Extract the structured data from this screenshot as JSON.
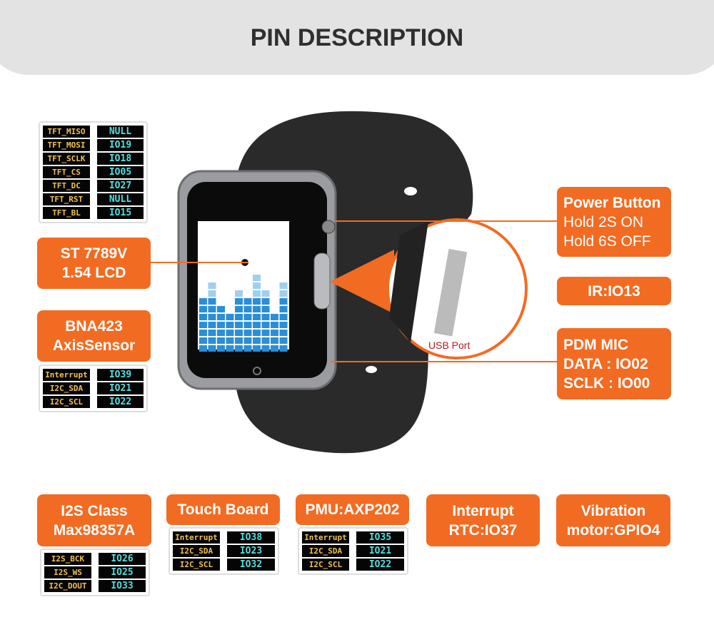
{
  "title": "PIN DESCRIPTION",
  "tft_pins": [
    [
      "TFT_MISO",
      "NULL"
    ],
    [
      "TFT_MOSI",
      "IO19"
    ],
    [
      "TFT_SCLK",
      "IO18"
    ],
    [
      "TFT_CS",
      "IO05"
    ],
    [
      "TFT_DC",
      "IO27"
    ],
    [
      "TFT_RST",
      "NULL"
    ],
    [
      "TFT_BL",
      "IO15"
    ]
  ],
  "lcd": {
    "line1": "ST 7789V",
    "line2": "1.54 LCD"
  },
  "sensor": {
    "line1": "BNA423",
    "line2": "AxisSensor",
    "pins": [
      [
        "Interrupt",
        "IO39"
      ],
      [
        "I2C_SDA",
        "IO21"
      ],
      [
        "I2C_SCL",
        "IO22"
      ]
    ]
  },
  "power": {
    "title": "Power Button",
    "line1": "Hold 2S ON",
    "line2": "Hold 6S OFF"
  },
  "ir": "IR:IO13",
  "mic": {
    "line1": "PDM MIC",
    "line2": "DATA : IO02",
    "line3": "SCLK : IO00"
  },
  "usb_label": "USB Port",
  "i2s": {
    "line1": "I2S Class",
    "line2": "Max98357A",
    "pins": [
      [
        "I2S_BCK",
        "IO26"
      ],
      [
        "I2S_WS",
        "IO25"
      ],
      [
        "I2C_DOUT",
        "IO33"
      ]
    ]
  },
  "touch": {
    "title": "Touch Board",
    "pins": [
      [
        "Interrupt",
        "IO38"
      ],
      [
        "I2C_SDA",
        "IO23"
      ],
      [
        "I2C_SCL",
        "IO32"
      ]
    ]
  },
  "pmu": {
    "title": "PMU:AXP202",
    "pins": [
      [
        "Interrupt",
        "IO35"
      ],
      [
        "I2C_SDA",
        "IO21"
      ],
      [
        "I2C_SCL",
        "IO22"
      ]
    ]
  },
  "rtc": {
    "line1": "Interrupt",
    "line2": "RTC:IO37"
  },
  "vibration": {
    "line1": "Vibration",
    "line2": "motor:GPIO4"
  },
  "colors": {
    "accent": "#f26b22",
    "header": "#e3e3e3"
  }
}
